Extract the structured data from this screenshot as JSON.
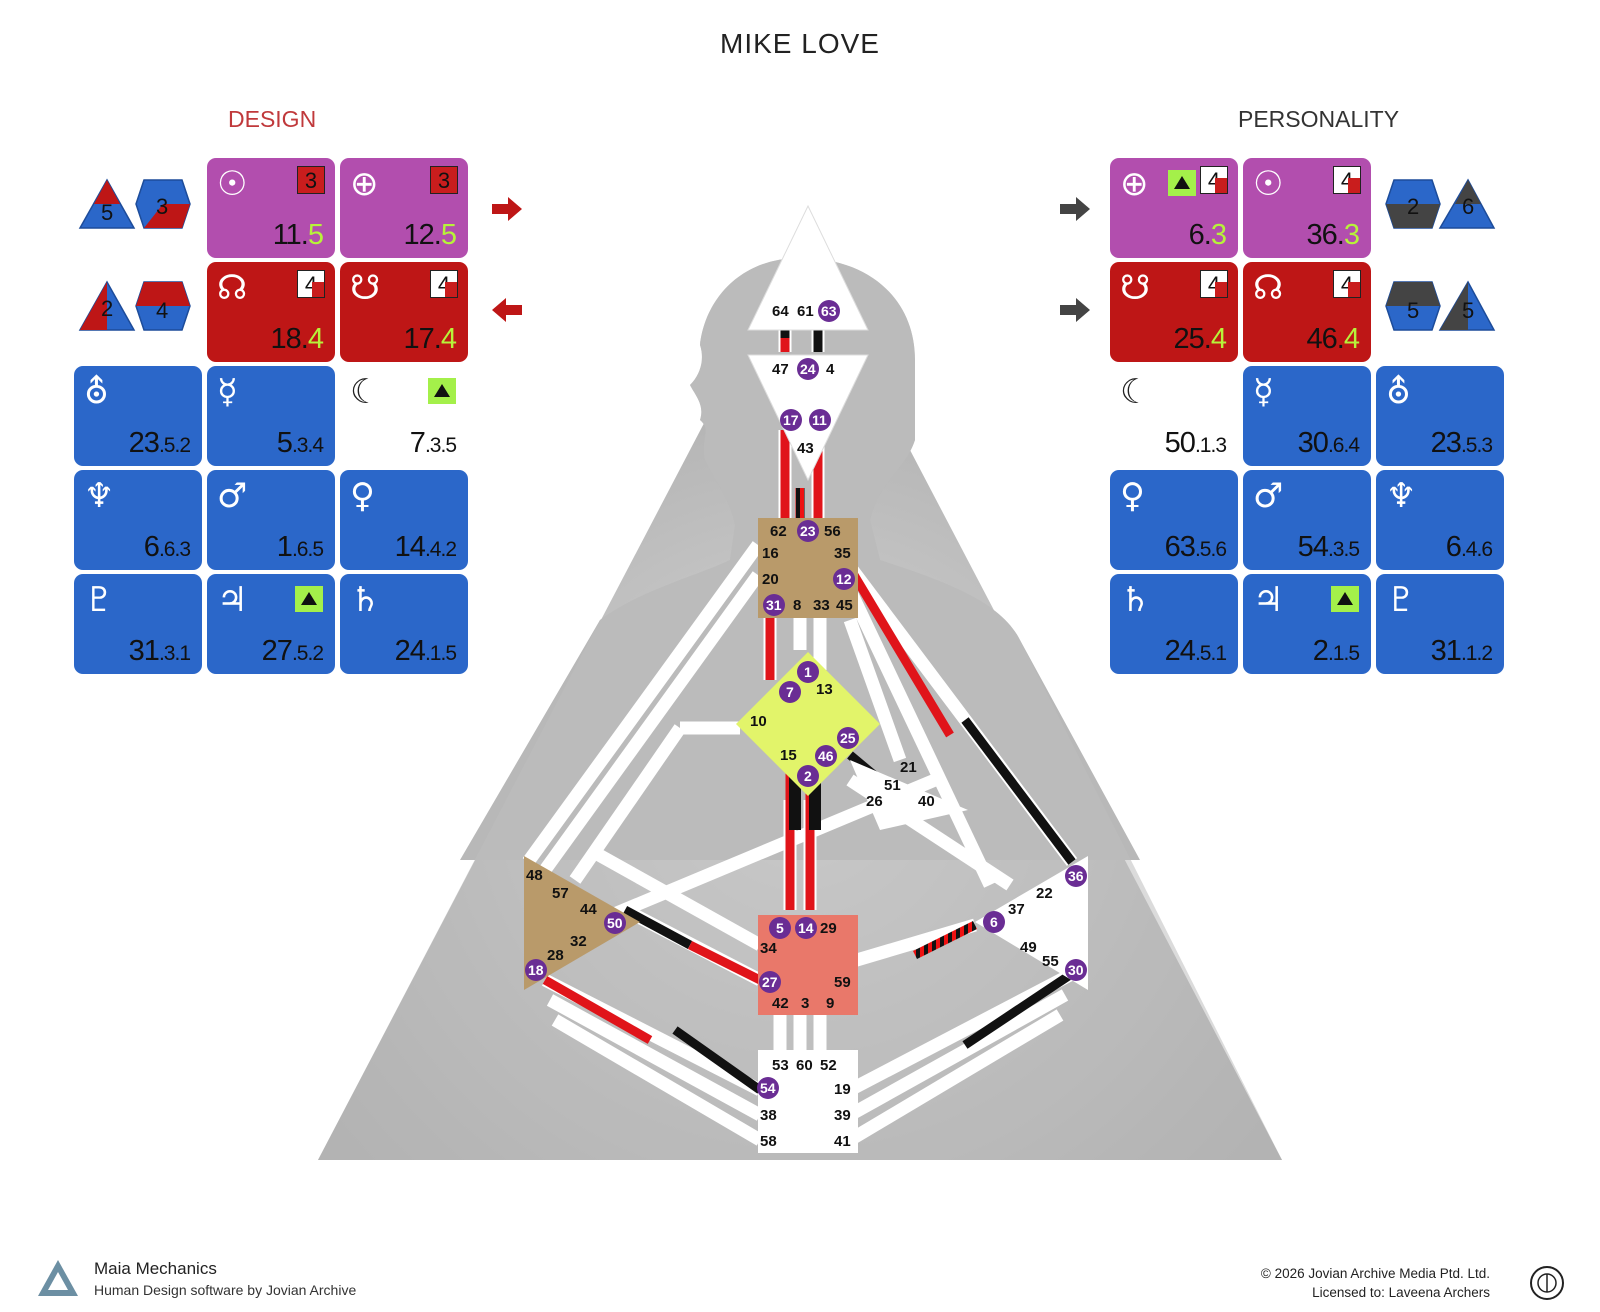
{
  "title": "MIKE LOVE",
  "design_title": "DESIGN",
  "personality_title": "PERSONALITY",
  "colors": {
    "design_red": "#c0393b",
    "blue": "#2b67c9",
    "purple": "#b24eae",
    "red": "#be1616",
    "green": "#b7f23a"
  },
  "design": {
    "sun": {
      "icon": "sun-icon",
      "symbol": "☉",
      "gate": "11",
      "line": "5",
      "badge": "3"
    },
    "earth": {
      "icon": "earth-icon",
      "symbol": "⊕",
      "gate": "12",
      "line": "5",
      "badge": "3"
    },
    "north_node": {
      "icon": "north-node-icon",
      "symbol": "☊",
      "gate": "18",
      "line": "4",
      "badge": "4"
    },
    "south_node": {
      "icon": "south-node-icon",
      "symbol": "☋",
      "gate": "17",
      "line": "4",
      "badge": "4"
    },
    "left_shapes": [
      {
        "a": "5",
        "b": "3"
      },
      {
        "a": "2",
        "b": "4"
      }
    ],
    "planets": [
      {
        "name": "uranus",
        "icon": "uranus-icon",
        "symbol": "⛢",
        "gate": "23",
        "line": "5",
        "sub": "2",
        "color": "blue"
      },
      {
        "name": "mercury",
        "icon": "mercury-icon",
        "symbol": "☿",
        "gate": "5",
        "line": "3",
        "sub": "4",
        "color": "blue"
      },
      {
        "name": "moon",
        "icon": "moon-icon",
        "symbol": "☾",
        "gate": "7",
        "line": "3",
        "sub": "5",
        "color": "white",
        "exalted": true
      },
      {
        "name": "neptune",
        "icon": "neptune-icon",
        "symbol": "♆",
        "gate": "6",
        "line": "6",
        "sub": "3",
        "color": "blue"
      },
      {
        "name": "mars",
        "icon": "mars-icon",
        "symbol": "♂",
        "gate": "1",
        "line": "6",
        "sub": "5",
        "color": "blue"
      },
      {
        "name": "venus",
        "icon": "venus-icon",
        "symbol": "♀",
        "gate": "14",
        "line": "4",
        "sub": "2",
        "color": "blue"
      },
      {
        "name": "pluto",
        "icon": "pluto-icon",
        "symbol": "♇",
        "gate": "31",
        "line": "3",
        "sub": "1",
        "color": "blue"
      },
      {
        "name": "jupiter",
        "icon": "jupiter-icon",
        "symbol": "♃",
        "gate": "27",
        "line": "5",
        "sub": "2",
        "color": "blue",
        "exalted": true
      },
      {
        "name": "saturn",
        "icon": "saturn-icon",
        "symbol": "♄",
        "gate": "24",
        "line": "1",
        "sub": "5",
        "color": "blue"
      }
    ]
  },
  "personality": {
    "earth": {
      "icon": "earth-icon",
      "symbol": "⊕",
      "gate": "6",
      "line": "3",
      "badge": "4"
    },
    "sun": {
      "icon": "sun-icon",
      "symbol": "☉",
      "gate": "36",
      "line": "3",
      "badge": "4"
    },
    "south_node": {
      "icon": "south-node-icon",
      "symbol": "☋",
      "gate": "25",
      "line": "4",
      "badge": "4"
    },
    "north_node": {
      "icon": "north-node-icon",
      "symbol": "☊",
      "gate": "46",
      "line": "4",
      "badge": "4"
    },
    "right_shapes": [
      {
        "a": "2",
        "b": "6"
      },
      {
        "a": "5",
        "b": "5"
      }
    ],
    "planets": [
      {
        "name": "moon",
        "icon": "moon-icon",
        "symbol": "☾",
        "gate": "50",
        "line": "1",
        "sub": "3",
        "color": "white"
      },
      {
        "name": "mercury",
        "icon": "mercury-icon",
        "symbol": "☿",
        "gate": "30",
        "line": "6",
        "sub": "4",
        "color": "blue"
      },
      {
        "name": "uranus",
        "icon": "uranus-icon",
        "symbol": "⛢",
        "gate": "23",
        "line": "5",
        "sub": "3",
        "color": "blue"
      },
      {
        "name": "venus",
        "icon": "venus-icon",
        "symbol": "♀",
        "gate": "63",
        "line": "5",
        "sub": "6",
        "color": "blue"
      },
      {
        "name": "mars",
        "icon": "mars-icon",
        "symbol": "♂",
        "gate": "54",
        "line": "3",
        "sub": "5",
        "color": "blue"
      },
      {
        "name": "neptune",
        "icon": "neptune-icon",
        "symbol": "♆",
        "gate": "6",
        "line": "4",
        "sub": "6",
        "color": "blue"
      },
      {
        "name": "saturn",
        "icon": "saturn-icon",
        "symbol": "♄",
        "gate": "24",
        "line": "5",
        "sub": "1",
        "color": "blue"
      },
      {
        "name": "jupiter",
        "icon": "jupiter-icon",
        "symbol": "♃",
        "gate": "2",
        "line": "1",
        "sub": "5",
        "color": "blue",
        "exalted": true
      },
      {
        "name": "pluto",
        "icon": "pluto-icon",
        "symbol": "♇",
        "gate": "31",
        "line": "1",
        "sub": "2",
        "color": "blue"
      }
    ]
  },
  "gates": {
    "head": [
      "64",
      "61",
      "63"
    ],
    "ajna": [
      "47",
      "24",
      "4",
      "17",
      "11",
      "43"
    ],
    "throat": [
      "62",
      "23",
      "56",
      "16",
      "35",
      "20",
      "12",
      "31",
      "8",
      "33",
      "45"
    ],
    "g": [
      "1",
      "7",
      "13",
      "10",
      "25",
      "15",
      "46",
      "2"
    ],
    "ego": [
      "21",
      "51",
      "26",
      "40"
    ],
    "spleen": [
      "48",
      "57",
      "44",
      "50",
      "32",
      "28",
      "18"
    ],
    "sacral": [
      "5",
      "14",
      "29",
      "34",
      "27",
      "59",
      "42",
      "3",
      "9"
    ],
    "solar": [
      "36",
      "22",
      "37",
      "6",
      "49",
      "55",
      "30"
    ],
    "root": [
      "53",
      "60",
      "52",
      "54",
      "19",
      "38",
      "39",
      "58",
      "41"
    ]
  },
  "footer": {
    "brand": "Maia Mechanics",
    "tagline": "Human Design software by Jovian Archive",
    "copyright": "© 2026 Jovian Archive Media Ptd. Ltd.",
    "license": "Licensed to: Laveena Archers"
  }
}
